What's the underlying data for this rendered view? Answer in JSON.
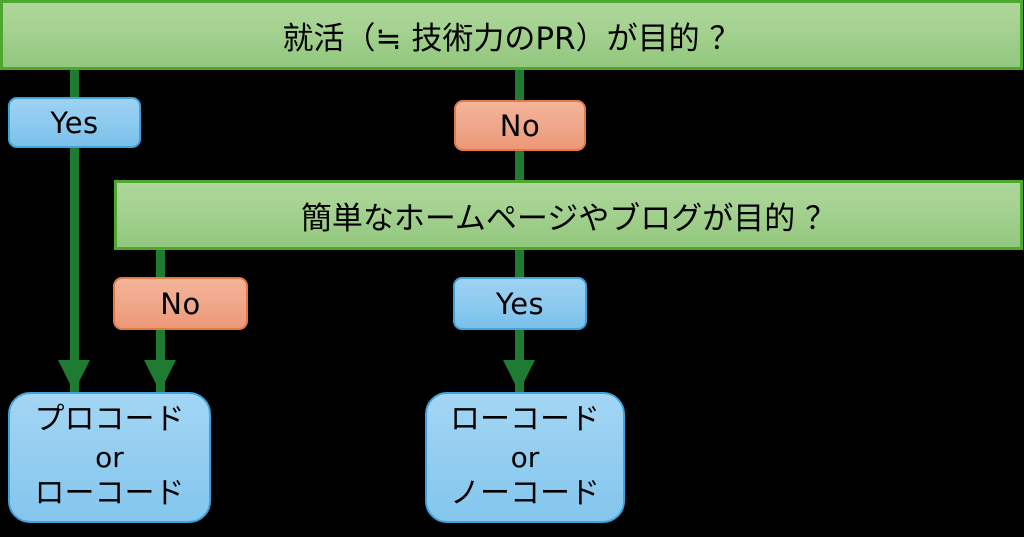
{
  "diagram": {
    "title": "就活（≒ 技術力のPR）が目的 ？",
    "type": "flowchart",
    "colors": {
      "decision_fill": "#a3d18f",
      "decision_border": "#4ea72e",
      "result_fill": "#93cdf0",
      "result_border": "#41a3da",
      "yes_fill": "#8ecbef",
      "no_fill": "#f0a88b",
      "no_border": "#e07b45",
      "connector": "#1e7b31",
      "background": "#000000",
      "text": "#000000"
    }
  },
  "nodes": {
    "decision1": {
      "id": "decision1",
      "kind": "decision",
      "text": "就活（≒ 技術力のPR）が目的 ？"
    },
    "decision2": {
      "id": "decision2",
      "kind": "decision",
      "text": "簡単なホームページやブログが目的 ？"
    },
    "result_left": {
      "id": "result_left",
      "kind": "result",
      "line1": "プロコード",
      "line2": "or",
      "line3": "ローコード"
    },
    "result_right": {
      "id": "result_right",
      "kind": "result",
      "line1": "ローコード",
      "line2": "or",
      "line3": "ノーコード"
    }
  },
  "edge_labels": {
    "d1_yes": "Yes",
    "d1_no": "No",
    "d2_no": "No",
    "d2_yes": "Yes"
  }
}
